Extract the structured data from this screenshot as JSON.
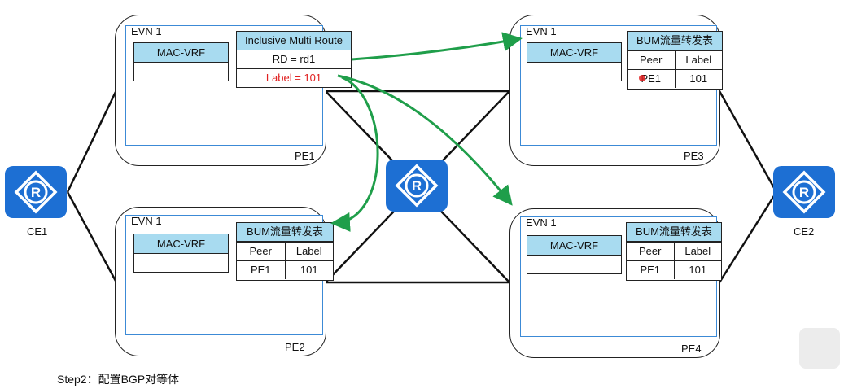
{
  "devices": {
    "ce1": {
      "label": "CE1"
    },
    "ce2": {
      "label": "CE2"
    },
    "core": {
      "label": ""
    }
  },
  "pe_nodes": {
    "pe1": {
      "label": "PE1",
      "evn": "EVN 1",
      "mac_vrf": "MAC-VRF"
    },
    "pe2": {
      "label": "PE2",
      "evn": "EVN 1",
      "mac_vrf": "MAC-VRF"
    },
    "pe3": {
      "label": "PE3",
      "evn": "EVN 1",
      "mac_vrf": "MAC-VRF"
    },
    "pe4": {
      "label": "PE4",
      "evn": "EVN 1",
      "mac_vrf": "MAC-VRF"
    }
  },
  "route": {
    "title": "Inclusive Multi Route",
    "rd": "RD = rd1",
    "label": "Label = 101"
  },
  "bum_table": {
    "title": "BUM流量转发表",
    "col_peer": "Peer",
    "col_label": "Label",
    "peer": "PE1",
    "label_value": "101"
  },
  "caption": "Step2：配置BGP对等体",
  "colors": {
    "router": "#1d6fd3",
    "table_header": "#a8dbf0",
    "evn_border": "#3c8ad6",
    "arrow": "#1f9e4a",
    "highlight_text": "#e02020"
  }
}
